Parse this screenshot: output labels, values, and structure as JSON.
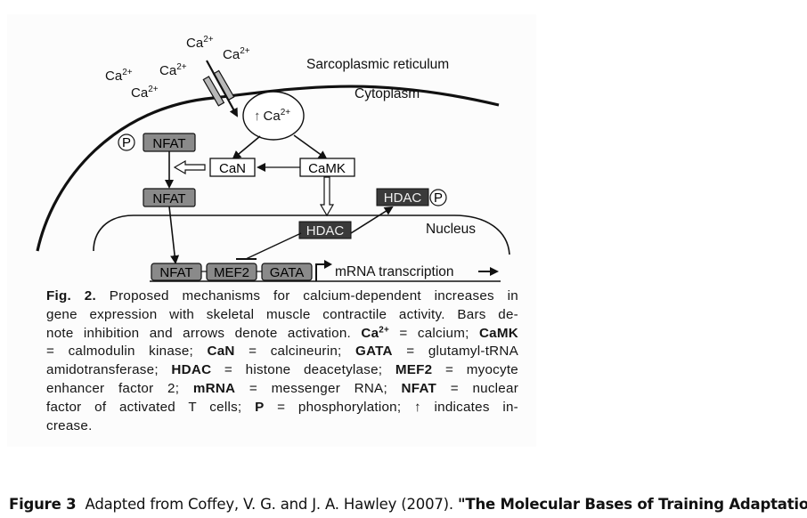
{
  "diagram": {
    "regions": {
      "sarcoplasmic_reticulum": "Sarcoplasmic reticulum",
      "cytoplasm": "Cytoplasm",
      "nucleus": "Nucleus"
    },
    "calcium_ions": [
      {
        "base": "Ca",
        "sup": "2+"
      },
      {
        "base": "Ca",
        "sup": "2+"
      },
      {
        "base": "Ca",
        "sup": "2+"
      },
      {
        "base": "Ca",
        "sup": "2+"
      },
      {
        "base": "Ca",
        "sup": "2+"
      }
    ],
    "increase_node": {
      "arrow": "↑",
      "base": "Ca",
      "sup": "2+"
    },
    "nodes": {
      "nfat_phos": "NFAT",
      "nfat_phos_marker": "P",
      "nfat_active": "NFAT",
      "can": "CaN",
      "camk": "CaMK",
      "hdac_nuclear": "HDAC",
      "hdac_phos": "HDAC",
      "hdac_phos_marker": "P",
      "promoter_nfat": "NFAT",
      "promoter_mef2": "MEF2",
      "promoter_gata": "GATA"
    },
    "transcription_label": "mRNA transcription",
    "colors": {
      "nfat_fill": "#8a8a8a",
      "hdac_fill": "#3a3a3a",
      "channel_fill": "#b8b8b8",
      "line": "#111111"
    }
  },
  "legend": {
    "fig_label": "Fig. 2.",
    "lines": [
      [
        {
          "t": "Fig. 2.",
          "b": true
        },
        {
          "t": " Proposed mechanisms for calcium-dependent increases in"
        }
      ],
      [
        {
          "t": "gene expression with skeletal muscle contractile activity. Bars de-"
        }
      ],
      [
        {
          "t": "note inhibition and arrows denote activation. "
        },
        {
          "t": "Ca",
          "b": true
        },
        {
          "t": "2+",
          "b": true,
          "sup": true
        },
        {
          "t": " = calcium; "
        },
        {
          "t": "CaMK",
          "b": true
        }
      ],
      [
        {
          "t": "= calmodulin kinase; "
        },
        {
          "t": "CaN",
          "b": true
        },
        {
          "t": " = calcineurin; "
        },
        {
          "t": "GATA",
          "b": true
        },
        {
          "t": " = glutamyl-tRNA"
        }
      ],
      [
        {
          "t": "amidotransferase; "
        },
        {
          "t": "HDAC",
          "b": true
        },
        {
          "t": " = histone deacetylase; "
        },
        {
          "t": "MEF2",
          "b": true
        },
        {
          "t": " = myocyte"
        }
      ],
      [
        {
          "t": "enhancer factor 2; "
        },
        {
          "t": "mRNA",
          "b": true
        },
        {
          "t": " = messenger RNA; "
        },
        {
          "t": "NFAT",
          "b": true
        },
        {
          "t": " = nuclear"
        }
      ],
      [
        {
          "t": "factor of activated T cells; "
        },
        {
          "t": "P",
          "b": true
        },
        {
          "t": " = phosphorylation; ↑ indicates in-"
        }
      ],
      [
        {
          "t": "crease."
        }
      ]
    ]
  },
  "source_caption": {
    "label": "Figure 3",
    "text": "  Adapted from Coffey, V. G. and J. A. Hawley (2007). ",
    "title": "\"The Molecular Bases of Training Adaptation."
  }
}
